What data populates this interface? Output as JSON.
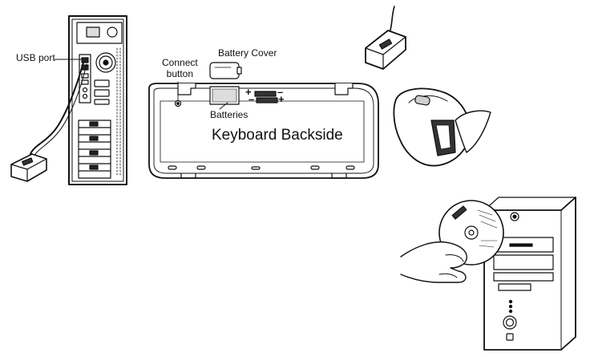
{
  "labels": {
    "usb_port": "USB port",
    "connect_button_line1": "Connect",
    "connect_button_line2": "button",
    "battery_cover": "Battery Cover",
    "batteries": "Batteries",
    "keyboard_backside": "Keyboard Backside"
  },
  "polarity": {
    "plus": "+",
    "minus": "–"
  },
  "colors": {
    "line": "#111111",
    "fill": "#ffffff",
    "shade": "#cfcfcf",
    "dark": "#333333"
  }
}
